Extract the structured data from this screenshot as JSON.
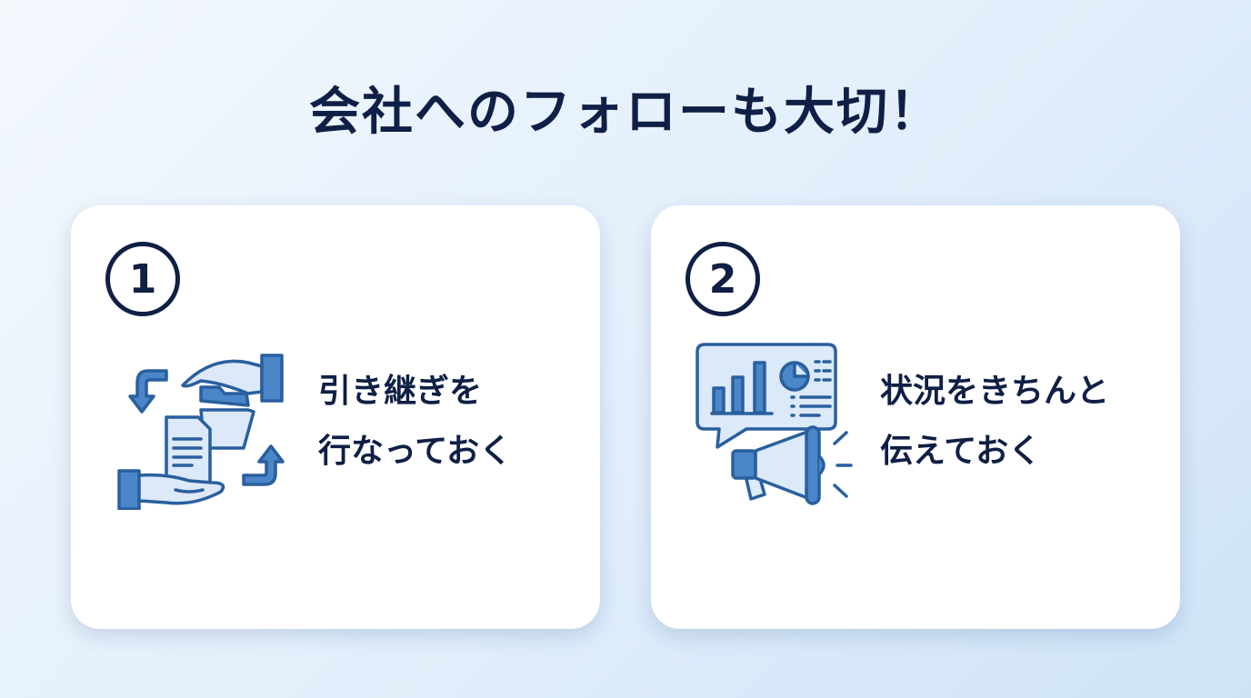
{
  "title": "会社へのフォローも大切！",
  "cards": [
    {
      "number": "1",
      "line1": "引き継ぎを",
      "line2": "行なっておく",
      "icon": "handover-icon"
    },
    {
      "number": "2",
      "line1": "状況をきちんと",
      "line2": "伝えておく",
      "icon": "report-megaphone-icon"
    }
  ],
  "colors": {
    "navy": "#0f1f45",
    "stroke": "#2a5f9e",
    "fill_light": "#dbe9f8",
    "fill_mid": "#4a86c8"
  }
}
